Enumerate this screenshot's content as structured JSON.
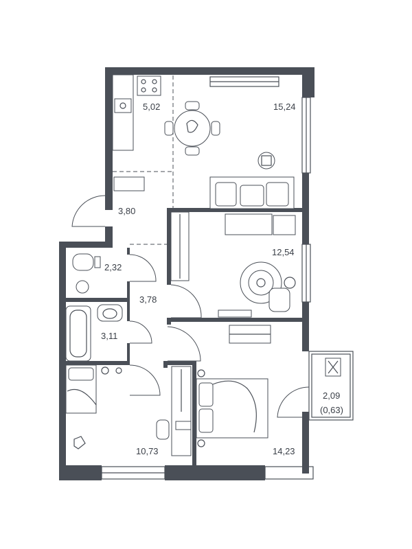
{
  "plan": {
    "colors": {
      "wall": "#4a4f57",
      "line": "#4a4f57",
      "text": "#3a3f47",
      "background": "#ffffff"
    },
    "rooms": [
      {
        "id": "kitchen",
        "area": "5,02"
      },
      {
        "id": "living",
        "area": "15,24"
      },
      {
        "id": "hall",
        "area": "3,80"
      },
      {
        "id": "toilet",
        "area": "2,32"
      },
      {
        "id": "corridor",
        "area": "3,78"
      },
      {
        "id": "bedroom-east",
        "area": "12,54"
      },
      {
        "id": "bathroom",
        "area": "3,11"
      },
      {
        "id": "bedroom-southwest",
        "area": "10,73"
      },
      {
        "id": "bedroom-southeast",
        "area": "14,23"
      },
      {
        "id": "balcony",
        "area": "2,09",
        "reduced_area": "(0,63)"
      }
    ]
  }
}
